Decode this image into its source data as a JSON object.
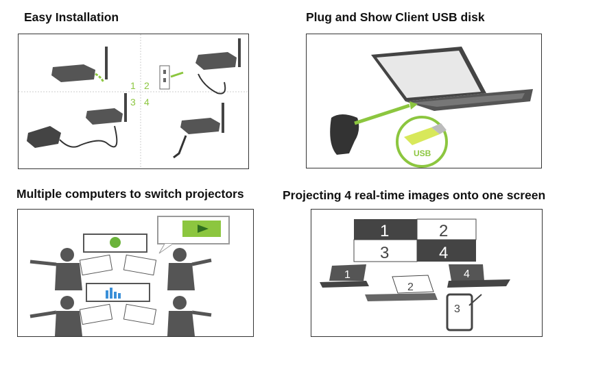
{
  "panels": [
    {
      "title": "Easy Installation",
      "step_labels": [
        "1",
        "2",
        "3",
        "4"
      ]
    },
    {
      "title": "Plug and Show Client USB disk",
      "usb_label": "USB"
    },
    {
      "title": "Multiple computers to switch projectors"
    },
    {
      "title": "Projecting 4 real-time images onto one screen",
      "grid_labels": [
        "1",
        "2",
        "3",
        "4"
      ],
      "device_labels": [
        "1",
        "2",
        "3",
        "4"
      ]
    }
  ],
  "colors": {
    "accent_green": "#8cc63f",
    "dark_gray": "#555555",
    "blue": "#3a8fd8"
  }
}
